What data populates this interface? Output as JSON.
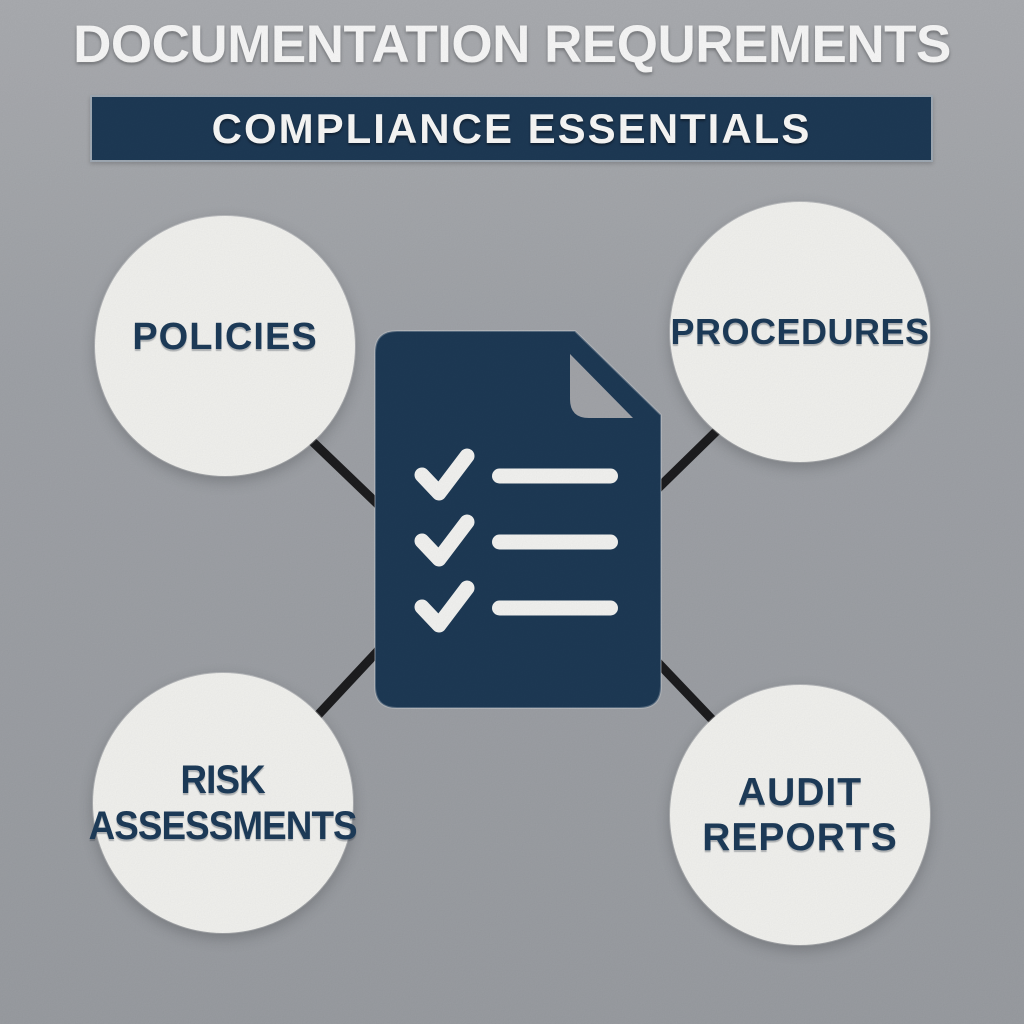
{
  "title": "DOCUMENTATION REQUREMENTS",
  "banner": {
    "label": "COMPLIANCE ESSENTIALS"
  },
  "diagram": {
    "center_icon": "checklist-document-icon",
    "checklist_rows": 3,
    "nodes": [
      {
        "id": "policies",
        "lines": [
          "POLICIES"
        ]
      },
      {
        "id": "procedures",
        "lines": [
          "PROCEDURES"
        ]
      },
      {
        "id": "risk-assessments",
        "lines": [
          "RISK",
          "ASSESSMENTS"
        ]
      },
      {
        "id": "audit-reports",
        "lines": [
          "AUDIT",
          "REPORTS"
        ]
      }
    ]
  },
  "colors": {
    "background": "#a1a4a9",
    "navy": "#1e3a56",
    "circle_fill": "#f4f4f1",
    "label_text": "#1e3c5a",
    "title_text": "#fafafa",
    "connector": "#1d1d1f",
    "check_white": "#f5f5f3"
  }
}
